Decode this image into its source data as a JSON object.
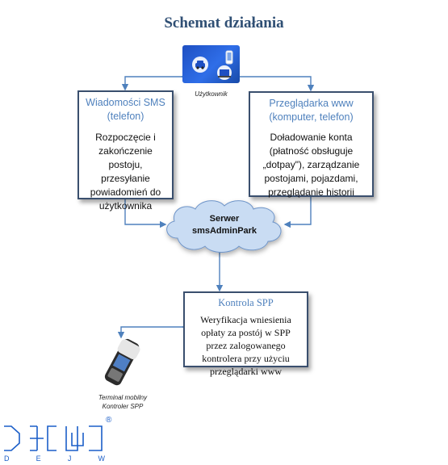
{
  "title": "Schemat działania",
  "user_caption": "Użytkownik",
  "sms_box": {
    "heading": "Wiadomości SMS (telefon)",
    "body": "Rozpoczęcie i zakończenie postoju, przesyłanie powiadomień do użytkownika"
  },
  "browser_box": {
    "heading": "Przeglądarka www (komputer, telefon)",
    "body": "Doładowanie konta (płatność obsługuje „dotpay\"), zarządzanie postojami, pojazdami, przeglądanie historii"
  },
  "server": {
    "line1": "Serwer",
    "line2": "smsAdminPark"
  },
  "spp_box": {
    "heading": "Kontrola SPP",
    "body": "Weryfikacja wniesienia opłaty za postój w SPP przez zalogowanego kontrolera przy użyciu przeglądarki www"
  },
  "terminal_caption": {
    "line1": "Terminal mobilny",
    "line2": "Kontroler SPP"
  },
  "logo": {
    "letters": [
      "D",
      "E",
      "J",
      "W"
    ],
    "registered": "®"
  },
  "colors": {
    "title": "#2f4f74",
    "heading": "#4f81bd",
    "connector": "#4f81bd",
    "box_border": "#3a4f6e",
    "cloud_fill": "#c9dcf3",
    "logo": "#1b5ec8"
  },
  "icons": [
    "car-icon",
    "phone-icon",
    "laptop-icon"
  ]
}
